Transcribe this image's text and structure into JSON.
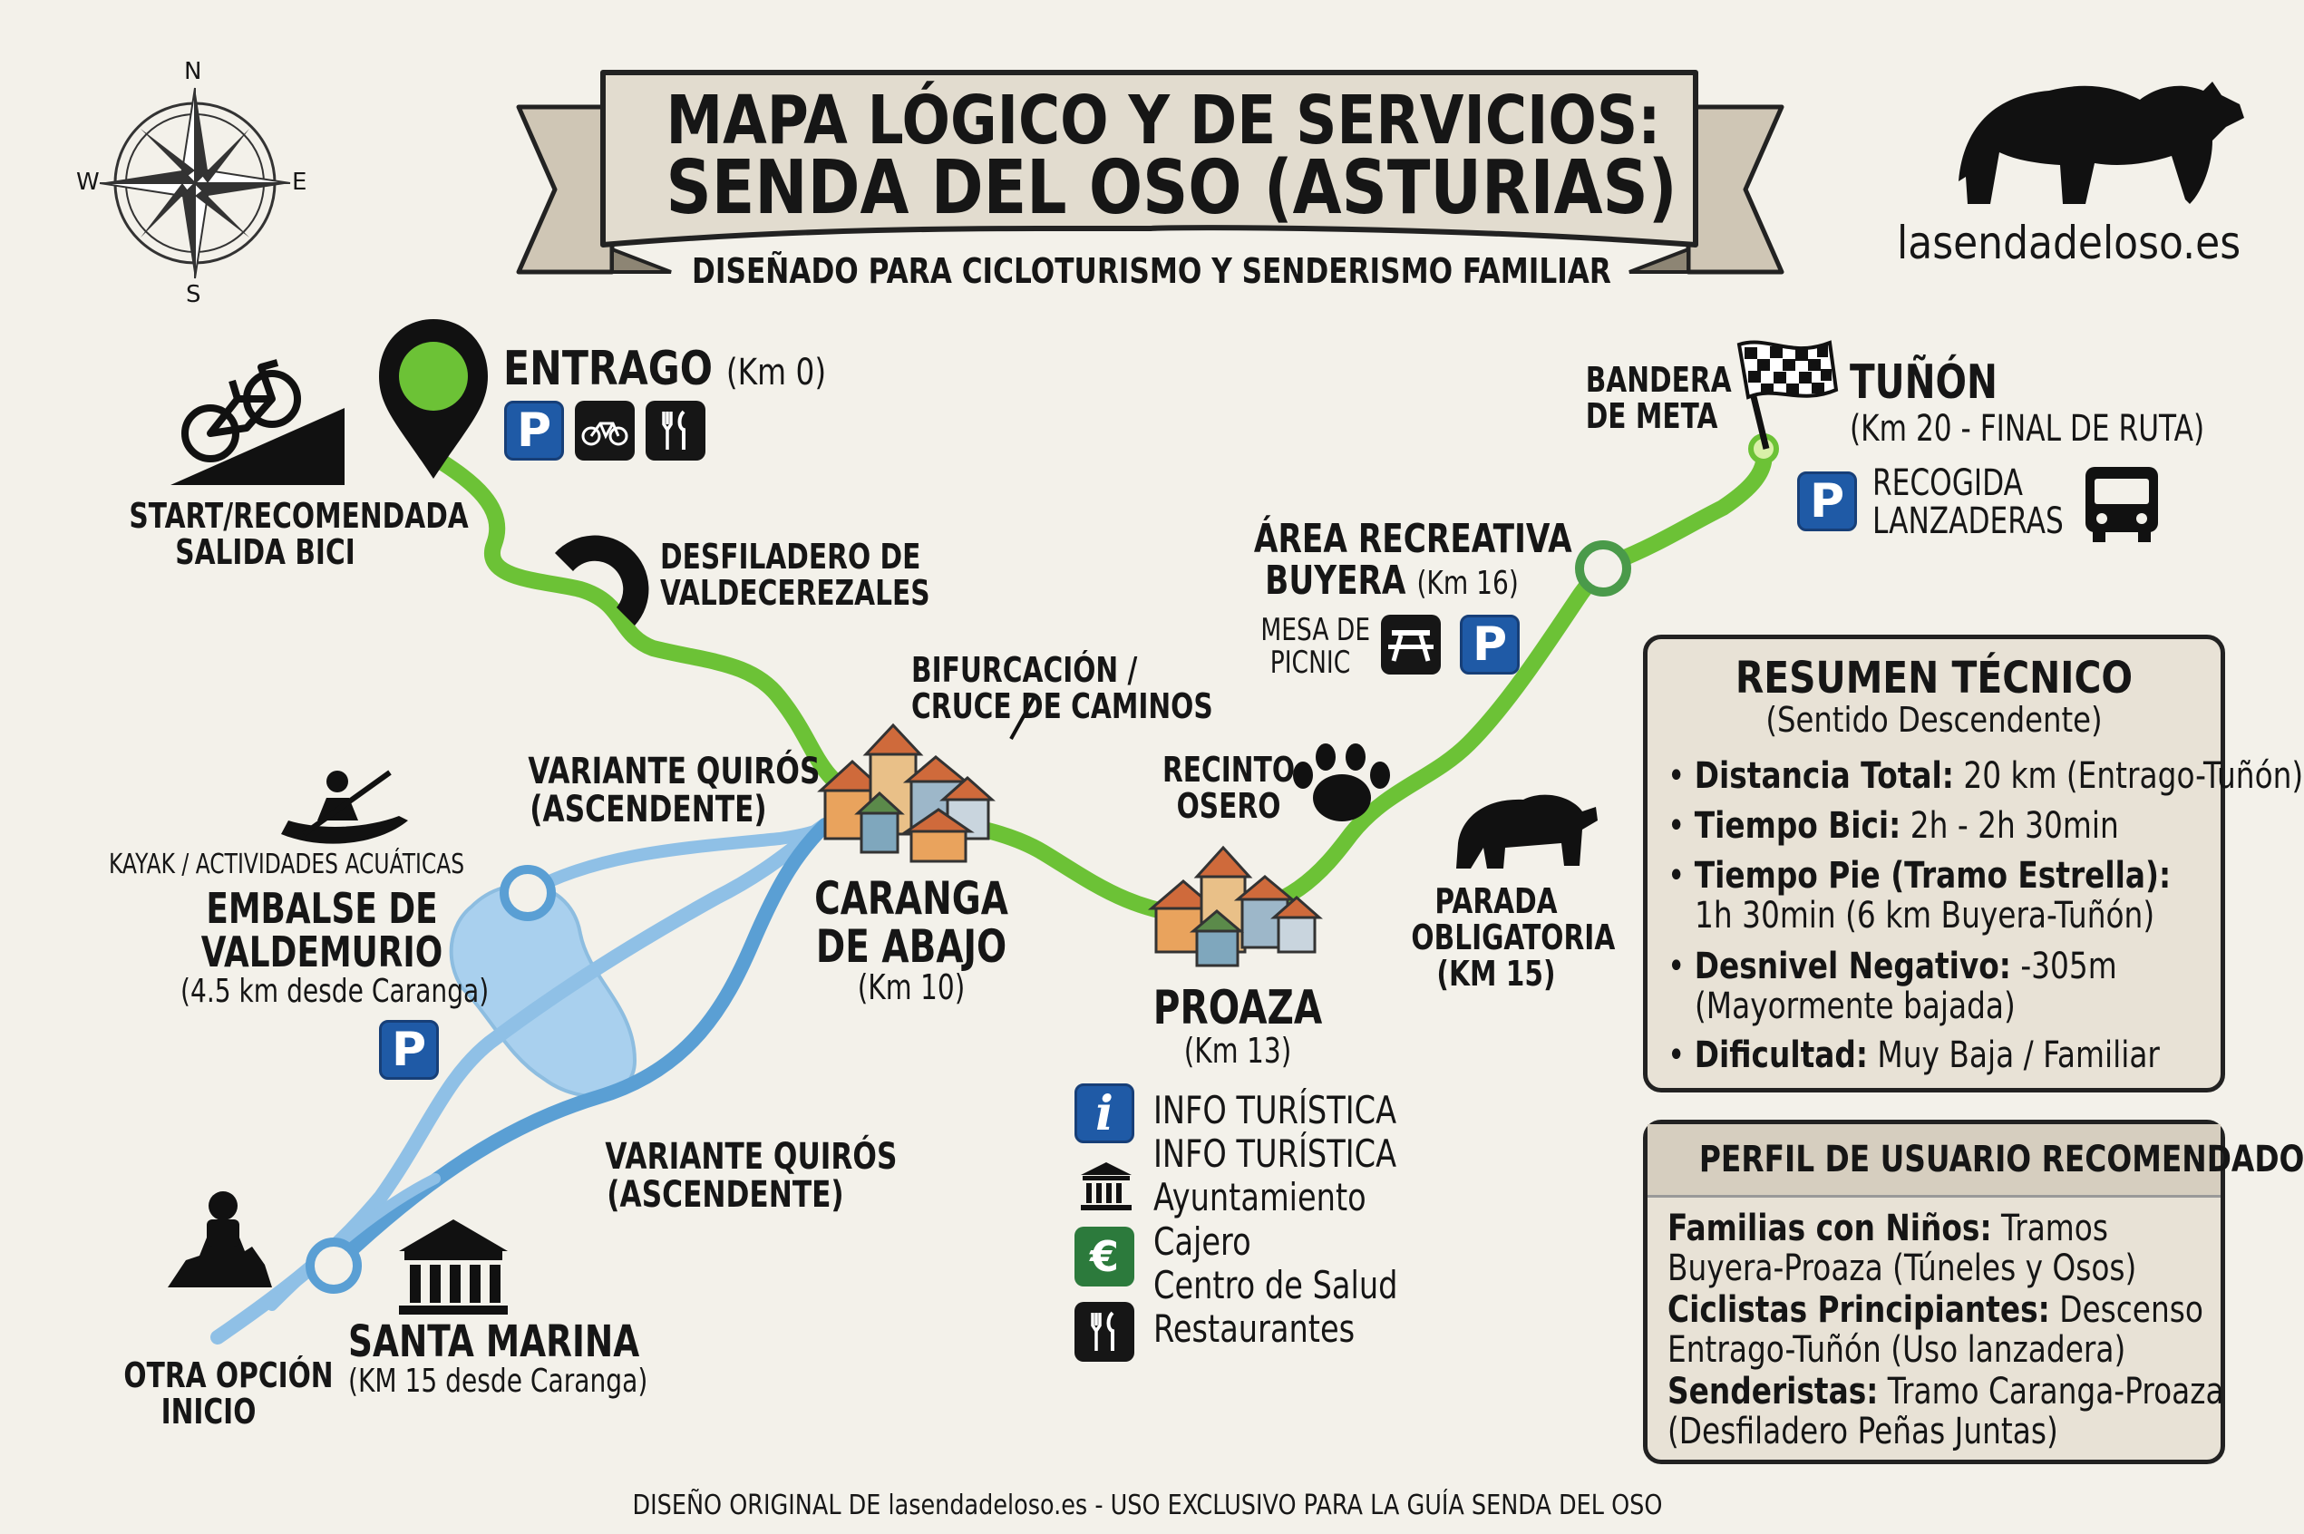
{
  "header": {
    "title_line1": "MAPA LÓGICO Y DE SERVICIOS:",
    "title_line2": "SENDA DEL OSO (ASTURIAS)",
    "subtitle": "DISEÑADO PARA CICLOTURISMO Y SENDERISMO FAMILIAR",
    "brand": "lasendadeloso.es"
  },
  "compass": {
    "n": "N",
    "s": "S",
    "e": "E",
    "w": "W"
  },
  "points": {
    "start_label_1": "START/RECOMENDADA",
    "start_label_2": "SALIDA BICI",
    "entrago_name": "ENTRAGO",
    "entrago_km": "(Km 0)",
    "desfiladero_1": "DESFILADERO DE",
    "desfiladero_2": "VALDECEREZALES",
    "bifurcacion_1": "BIFURCACIÓN /",
    "bifurcacion_2": "CRUCE DE CAMINOS",
    "caranga_1": "CARANGA",
    "caranga_2": "DE ABAJO",
    "caranga_km": "(Km 10)",
    "variante_upper_1": "VARIANTE QUIRÓS",
    "variante_upper_2": "(ASCENDENTE)",
    "variante_lower_1": "VARIANTE QUIRÓS",
    "variante_lower_2": "(ASCENDENTE)",
    "kayak": "KAYAK / ACTIVIDADES ACUÁTICAS",
    "embalse_1": "EMBALSE DE",
    "embalse_2": "VALDEMURIO",
    "embalse_sub": "(4.5 km desde Caranga)",
    "otra_1": "OTRA OPCIÓN",
    "otra_2": "INICIO",
    "santa_marina": "SANTA MARINA",
    "santa_marina_sub": "(KM 15 desde Caranga)",
    "proaza": "PROAZA",
    "proaza_km": "(Km 13)",
    "recinto_1": "RECINTO",
    "recinto_2": "OSERO",
    "parada_1": "PARADA",
    "parada_2": "OBLIGATORIA",
    "parada_3": "(KM 15)",
    "area_1": "ÁREA RECREATIVA",
    "area_2": "BUYERA",
    "area_km": "(Km 16)",
    "mesa_1": "MESA DE",
    "mesa_2": "PICNIC",
    "bandera_1": "BANDERA",
    "bandera_2": "DE META",
    "tunon": "TUÑÓN",
    "tunon_sub": "(Km 20 - FINAL DE RUTA)",
    "recogida_1": "RECOGIDA",
    "recogida_2": "LANZADERAS"
  },
  "icons": {
    "parking": "P",
    "info": "i",
    "euro": "€"
  },
  "services": [
    "INFO TURÍSTICA",
    "INFO TURÍSTICA",
    "Ayuntamiento",
    "Cajero",
    "Centro de Salud",
    "Restaurantes"
  ],
  "summary": {
    "title": "RESUMEN TÉCNICO",
    "subtitle": "(Sentido Descendente)",
    "dist_label": "Distancia Total:",
    "dist_value": "20 km (Entrago-Tuñón)",
    "bici_label": "Tiempo Bici:",
    "bici_value": "2h - 2h 30min",
    "pie_label": "Tiempo Pie (Tramo Estrella):",
    "pie_value": "1h 30min (6 km Buyera-Tuñón)",
    "desnivel_label": "Desnivel Negativo:",
    "desnivel_value": "-305m",
    "desnivel_note": "(Mayormente bajada)",
    "dificultad_label": "Dificultad:",
    "dificultad_value": "Muy Baja / Familiar"
  },
  "profile": {
    "title": "PERFIL DE USUARIO RECOMENDADO",
    "familias_label": "Familias con Niños:",
    "familias_value_1": "Tramos",
    "familias_value_2": "Buyera-Proaza (Túneles y Osos)",
    "ciclistas_label": "Ciclistas Principiantes:",
    "ciclistas_value_1": "Descenso",
    "ciclistas_value_2": "Entrago-Tuñón (Uso lanzadera)",
    "senderistas_label": "Senderistas:",
    "senderistas_value_1": "Tramo Caranga-Proaza",
    "senderistas_value_2": "(Desfiladero Peñas Juntas)"
  },
  "footer": "DISEÑO ORIGINAL DE lasendadeloso.es - USO EXCLUSIVO PARA LA GUÍA SENDA DEL OSO",
  "colors": {
    "route_green": "#6cc236",
    "variant_blue": "#6aa9d8",
    "reservoir": "#a9d0ee",
    "panel_bg": "#e8e2d6"
  }
}
